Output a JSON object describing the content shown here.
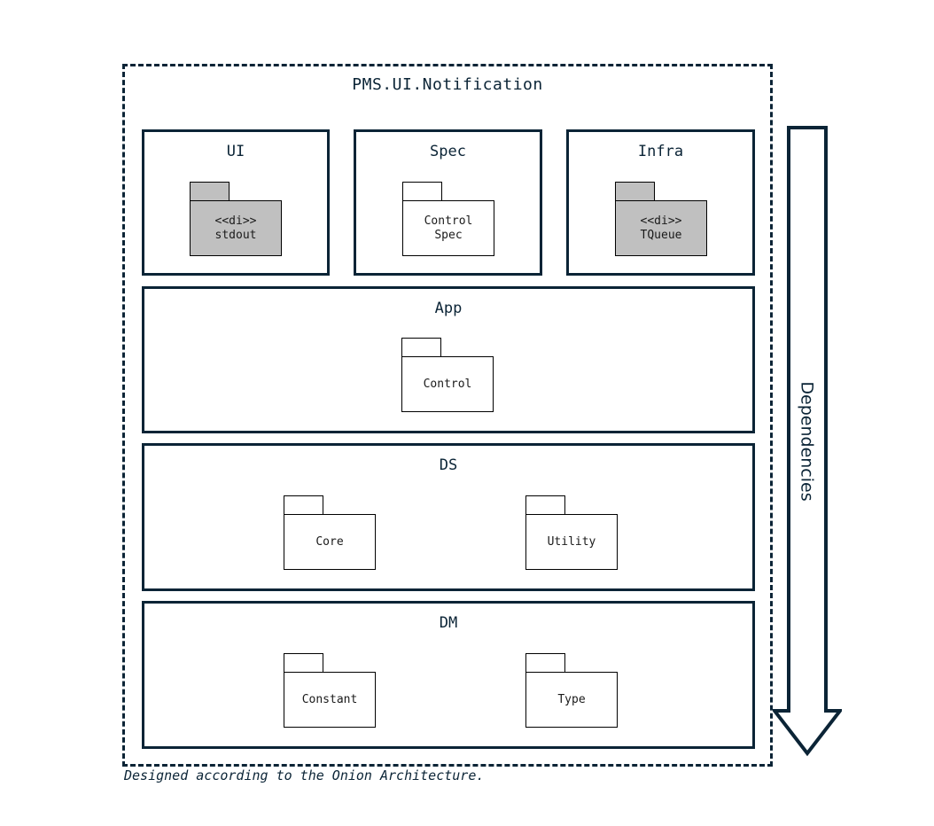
{
  "diagram": {
    "namespace_title": "PMS.UI.Notification",
    "caption": "Designed according to the Onion Architecture.",
    "dependency_arrow_label": "Dependencies",
    "colors": {
      "stroke": "#0b2436",
      "folder_stroke": "#000000",
      "shaded_fill": "#c0c0c0",
      "background": "#ffffff"
    },
    "top_row": [
      {
        "name": "UI",
        "packages": [
          {
            "stereotype": "<<di>>",
            "label": "stdout",
            "shaded": true
          }
        ]
      },
      {
        "name": "Spec",
        "packages": [
          {
            "stereotype": "Control",
            "label": "Spec",
            "shaded": false
          }
        ]
      },
      {
        "name": "Infra",
        "packages": [
          {
            "stereotype": "<<di>>",
            "label": "TQueue",
            "shaded": true
          }
        ]
      }
    ],
    "layers": [
      {
        "name": "App",
        "packages": [
          {
            "label": "Control",
            "shaded": false
          }
        ]
      },
      {
        "name": "DS",
        "packages": [
          {
            "label": "Core",
            "shaded": false
          },
          {
            "label": "Utility",
            "shaded": false
          }
        ]
      },
      {
        "name": "DM",
        "packages": [
          {
            "label": "Constant",
            "shaded": false
          },
          {
            "label": "Type",
            "shaded": false
          }
        ]
      }
    ]
  }
}
